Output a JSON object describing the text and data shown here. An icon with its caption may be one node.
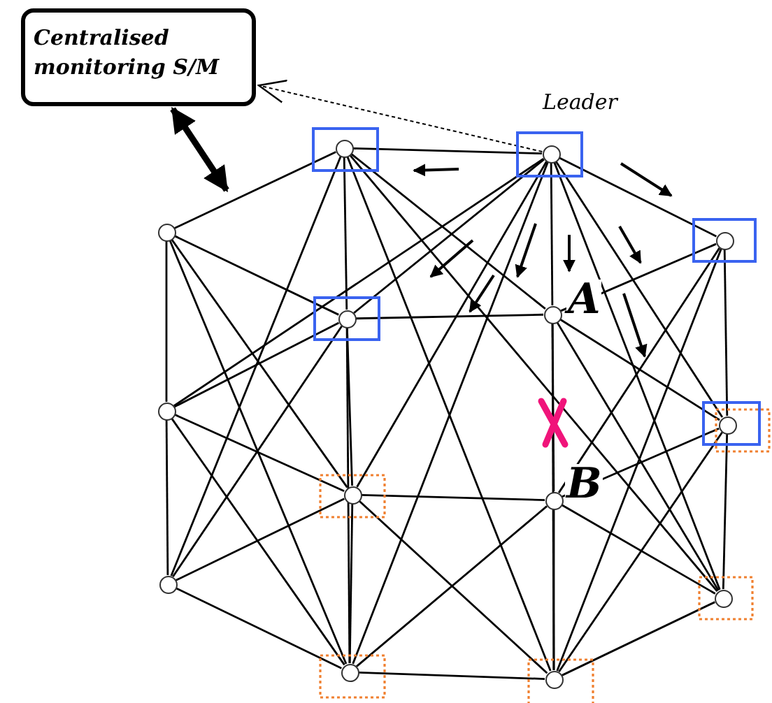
{
  "diagram": {
    "nodes": [
      {
        "text": [
          "Centralised monitoring S/M"
        ]
      },
      {
        "text": [],
        "shape": "circle"
      },
      {
        "text": [],
        "shape": "circle",
        "beside": [
          "Leader"
        ]
      },
      {
        "text": [],
        "shape": "circle"
      },
      {
        "text": [],
        "shape": "circle"
      },
      {
        "text": [],
        "shape": "circle",
        "beside": [
          "A"
        ]
      },
      {
        "text": [],
        "shape": "circle"
      },
      {
        "text": [],
        "shape": "circle"
      },
      {
        "text": [],
        "shape": "circle"
      },
      {
        "text": [],
        "shape": "circle"
      },
      {
        "text": [],
        "shape": "circle",
        "beside": [
          "B"
        ]
      },
      {
        "text": [],
        "shape": "circle"
      },
      {
        "text": [],
        "shape": "circle"
      },
      {
        "text": [],
        "shape": "circle"
      },
      {
        "text": [],
        "shape": "circle"
      }
    ],
    "edges": [
      {
        "from": 2,
        "to": 0,
        "arrow": "to",
        "style": "dashed"
      },
      {
        "from": 0,
        "to": null,
        "arrow": "both",
        "style": "thick"
      },
      {
        "from": 1,
        "to": 2,
        "arrow": "none"
      },
      {
        "from": 2,
        "to": 3,
        "arrow": "none"
      },
      {
        "from": 3,
        "to": 8,
        "arrow": "none"
      },
      {
        "from": 8,
        "to": 12,
        "arrow": "none"
      },
      {
        "from": 12,
        "to": 14,
        "arrow": "none"
      },
      {
        "from": 14,
        "to": 13,
        "arrow": "none"
      },
      {
        "from": 13,
        "to": 11,
        "arrow": "none"
      },
      {
        "from": 11,
        "to": 7,
        "arrow": "none"
      },
      {
        "from": 7,
        "to": 6,
        "arrow": "none"
      },
      {
        "from": 6,
        "to": 1,
        "arrow": "none"
      },
      {
        "from": 1,
        "to": 4,
        "arrow": "none"
      },
      {
        "from": 4,
        "to": 9,
        "arrow": "none"
      },
      {
        "from": 9,
        "to": 13,
        "arrow": "none"
      },
      {
        "from": 2,
        "to": 5,
        "arrow": "none"
      },
      {
        "from": 5,
        "to": 10,
        "arrow": "none"
      },
      {
        "from": 10,
        "to": 14,
        "arrow": "none"
      },
      {
        "from": 4,
        "to": 5,
        "arrow": "none"
      },
      {
        "from": 9,
        "to": 10,
        "arrow": "none"
      },
      {
        "from": 2,
        "to": 4,
        "arrow": "none"
      },
      {
        "from": 2,
        "to": 9,
        "arrow": "none"
      },
      {
        "from": 2,
        "to": 13,
        "arrow": "none"
      },
      {
        "from": 2,
        "to": 12,
        "arrow": "none"
      },
      {
        "from": 2,
        "to": 8,
        "arrow": "none"
      },
      {
        "from": 2,
        "to": 7,
        "arrow": "none"
      },
      {
        "from": 1,
        "to": 5,
        "arrow": "none"
      },
      {
        "from": 1,
        "to": 14,
        "arrow": "none"
      },
      {
        "from": 1,
        "to": 11,
        "arrow": "none"
      },
      {
        "from": 1,
        "to": 12,
        "arrow": "none"
      },
      {
        "from": 3,
        "to": 5,
        "arrow": "none"
      },
      {
        "from": 3,
        "to": 10,
        "arrow": "none"
      },
      {
        "from": 3,
        "to": 14,
        "arrow": "none"
      },
      {
        "from": 6,
        "to": 4,
        "arrow": "none"
      },
      {
        "from": 6,
        "to": 9,
        "arrow": "none"
      },
      {
        "from": 6,
        "to": 13,
        "arrow": "none"
      },
      {
        "from": 7,
        "to": 4,
        "arrow": "none"
      },
      {
        "from": 7,
        "to": 9,
        "arrow": "none"
      },
      {
        "from": 7,
        "to": 13,
        "arrow": "none"
      },
      {
        "from": 11,
        "to": 9,
        "arrow": "none"
      },
      {
        "from": 11,
        "to": 4,
        "arrow": "none"
      },
      {
        "from": 8,
        "to": 5,
        "arrow": "none"
      },
      {
        "from": 8,
        "to": 10,
        "arrow": "none"
      },
      {
        "from": 8,
        "to": 14,
        "arrow": "none"
      },
      {
        "from": 12,
        "to": 10,
        "arrow": "none"
      },
      {
        "from": 12,
        "to": 5,
        "arrow": "none"
      },
      {
        "from": 13,
        "to": 10,
        "arrow": "none"
      },
      {
        "from": 13,
        "to": 4,
        "arrow": "none"
      },
      {
        "from": 14,
        "to": 9,
        "arrow": "none"
      },
      {
        "from": 14,
        "to": 5,
        "arrow": "none"
      }
    ]
  }
}
